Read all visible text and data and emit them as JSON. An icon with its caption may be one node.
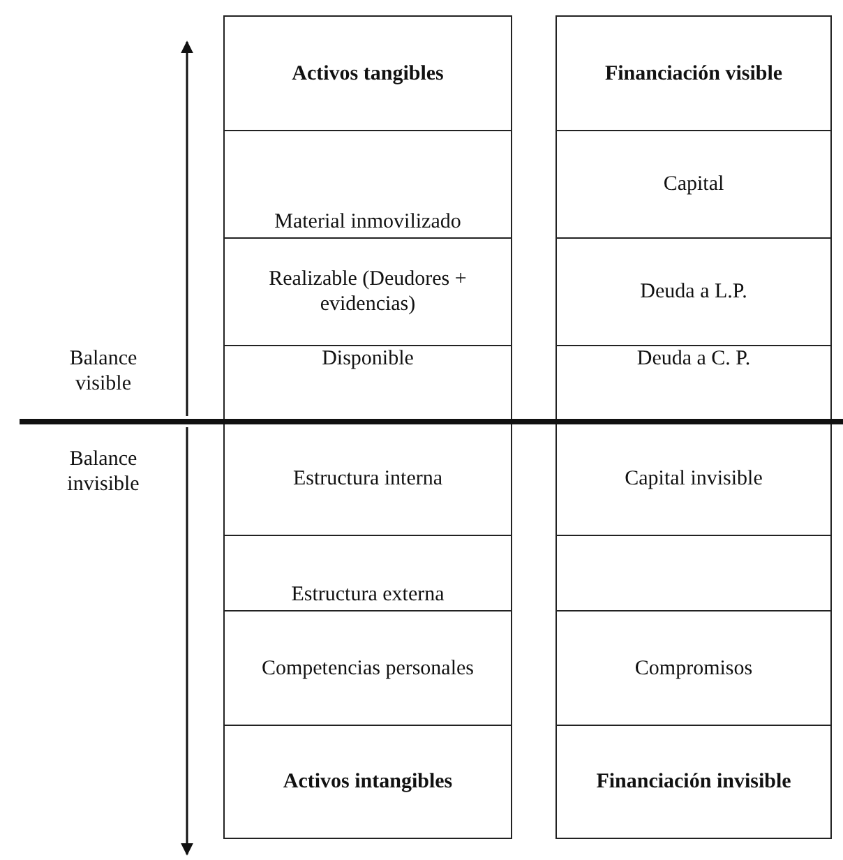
{
  "diagram": {
    "nodes": [
      {
        "text": [
          "Activos tangibles"
        ]
      },
      {
        "text": [
          "Financiación visible"
        ]
      },
      {
        "text": [
          "Material inmovilizado"
        ]
      },
      {
        "text": [
          "Capital"
        ]
      },
      {
        "text": [
          "Realizable (Deudores + evidencias)"
        ]
      },
      {
        "text": [
          "Deuda a L.P."
        ]
      },
      {
        "text": [
          "Disponible"
        ]
      },
      {
        "text": [
          "Deuda a C. P."
        ]
      },
      {
        "text": [
          "Estructura interna"
        ]
      },
      {
        "text": [
          "Capital invisible"
        ]
      },
      {
        "text": [
          "Estructura externa"
        ]
      },
      {
        "text": [],
        "shape": "box"
      },
      {
        "text": [
          "Competencias personales"
        ]
      },
      {
        "text": [
          "Compromisos"
        ]
      },
      {
        "text": [
          "Activos intangibles"
        ]
      },
      {
        "text": [
          "Financiación invisible"
        ]
      }
    ],
    "labels": [
      "Balance visible",
      "Balance invisible"
    ]
  }
}
